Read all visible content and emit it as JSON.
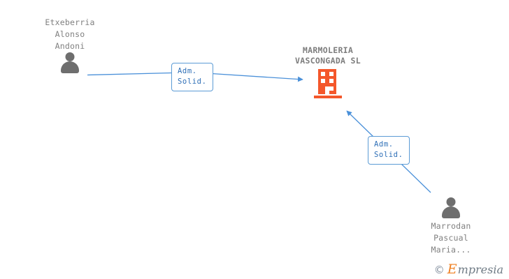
{
  "diagram": {
    "background_color": "#ffffff",
    "edge_color": "#4a90d9",
    "company_icon_color": "#f4572b",
    "person_icon_color": "#6e6e6e",
    "label_text_color": "#2e6fb7",
    "label_border_color": "#5b9bd5",
    "node_text_color": "#808080"
  },
  "company": {
    "name": "MARMOLERIA\nVASCONGADA SL",
    "icon": "building-icon"
  },
  "persons": [
    {
      "name": "Etxeberria\nAlonso\nAndoni",
      "icon": "person-icon"
    },
    {
      "name": "Marrodan\nPascual\nMaria...",
      "icon": "person-icon"
    }
  ],
  "relations": [
    {
      "label": "Adm.\nSolid."
    },
    {
      "label": "Adm.\nSolid."
    }
  ],
  "watermark": {
    "copyright": "©",
    "brand_initial": "E",
    "brand_rest": "mpresia"
  }
}
